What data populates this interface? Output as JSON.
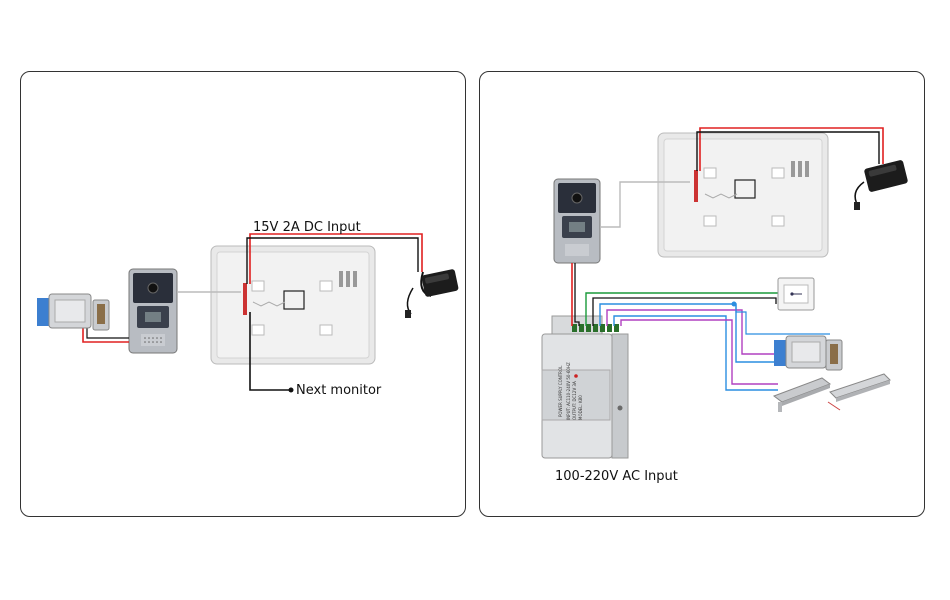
{
  "left_panel": {
    "dc_input_label": "15V 2A DC Input",
    "next_monitor_label": "Next monitor"
  },
  "right_panel": {
    "ac_input_label": "100-220V AC Input",
    "psu": {
      "title": "POWER SUPPLY CONTROL",
      "input": "INPUT: AC110-240V 50-60HZ",
      "output": "OUTPUT: DC12V 3A",
      "model": "MODEL: K80"
    }
  },
  "colors": {
    "red_wire": "#e02020",
    "black_wire": "#111111",
    "green_wire": "#1a9a3a",
    "blue_wire": "#2a8ee0",
    "purple_wire": "#b040c0",
    "device_gray": "#e8e8e8"
  },
  "icons": {
    "monitor": "monitor-back-icon",
    "door_station": "outdoor-camera-unit-icon",
    "adapter": "power-adapter-icon",
    "electric_lock": "electric-lock-icon",
    "exit_button": "exit-button-icon",
    "magnetic_lock": "magnetic-lock-icon",
    "bolt_lock": "bolt-lock-icon",
    "power_supply": "power-supply-unit-icon"
  }
}
